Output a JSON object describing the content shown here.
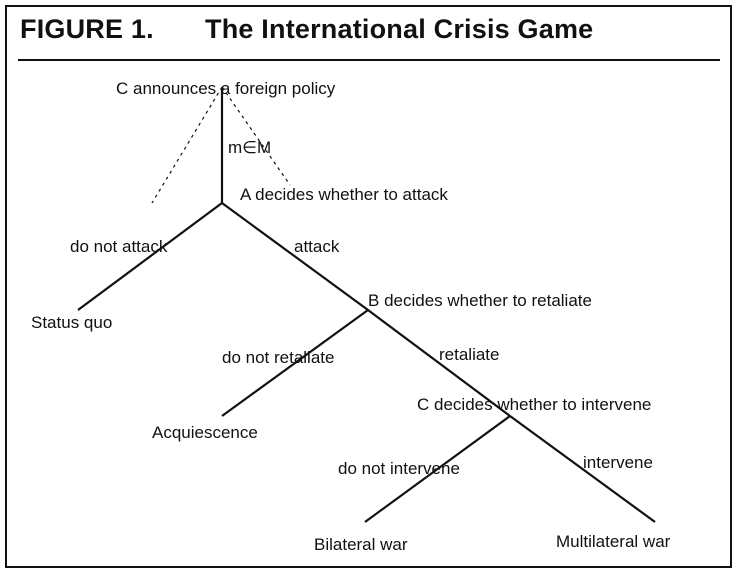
{
  "figure": {
    "number": "FIGURE 1.",
    "title": "The International Crisis Game"
  },
  "nodes": {
    "root": {
      "player": "C",
      "action": " announces a foreign policy"
    },
    "a_node": {
      "player": "A",
      "action": " decides whether to attack"
    },
    "b_node": {
      "player": "B",
      "action": " decides whether to retaliate"
    },
    "c_node": {
      "player": "C",
      "action": " decides whether to intervene"
    }
  },
  "edges": {
    "policy": "m∈M",
    "do_not_attack": "do not attack",
    "attack": "attack",
    "do_not_retaliate": "do not retaliate",
    "retaliate": "retaliate",
    "do_not_intervene": "do not intervene",
    "intervene": "intervene"
  },
  "outcomes": {
    "status_quo": "Status quo",
    "acquiescence": "Acquiescence",
    "bilateral_war": "Bilateral war",
    "multilateral_war": "Multilateral war"
  }
}
